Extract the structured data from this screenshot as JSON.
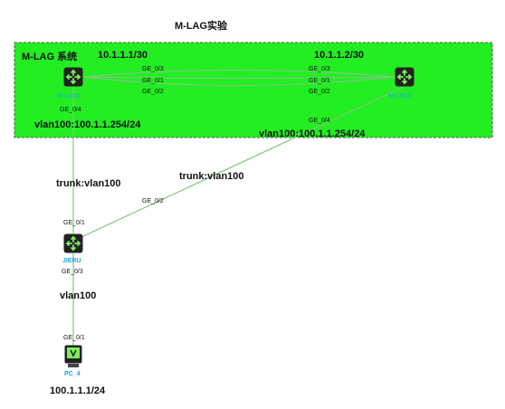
{
  "diagram": {
    "title": "M-LAG实验",
    "system_label": "M-LAG 系统",
    "colors": {
      "system_fill": "#22ee22",
      "system_border": "#555555",
      "link": "#7ec87e",
      "device_label": "#1ca3e8"
    },
    "devices": {
      "mlag1": {
        "name": "M-LAG1",
        "icon": "switch-icon"
      },
      "mlag2": {
        "name": "M-LAG2",
        "icon": "switch-icon"
      },
      "jieru": {
        "name": "JIERU",
        "icon": "switch-icon"
      },
      "pc4": {
        "name": "PC_4",
        "icon": "pc-icon",
        "ip": "100.1.1.1/24"
      }
    },
    "ips": {
      "mlag1_peer": "10.1.1.1/30",
      "mlag2_peer": "10.1.1.2/30",
      "mlag1_vlanif": "vlan100:100.1.1.254/24",
      "mlag2_vlanif": "vlan100:100.1.1.254/24"
    },
    "ports": {
      "mlag1_ge03": "GE_0/3",
      "mlag1_ge01": "GE_0/1",
      "mlag1_ge02": "GE_0/2",
      "mlag2_ge03": "GE_0/3",
      "mlag2_ge01": "GE_0/1",
      "mlag2_ge02": "GE_0/2",
      "mlag1_ge04": "GE_0/4",
      "mlag2_ge04": "GE_0/4",
      "jieru_ge01": "GE_0/1",
      "jieru_ge02": "GE_0/2",
      "jieru_ge03": "GE_0/3",
      "pc_ge01": "GE_0/1"
    },
    "link_labels": {
      "trunk_left": "trunk:vlan100",
      "trunk_right": "trunk:vlan100",
      "access": "vlan100"
    }
  }
}
